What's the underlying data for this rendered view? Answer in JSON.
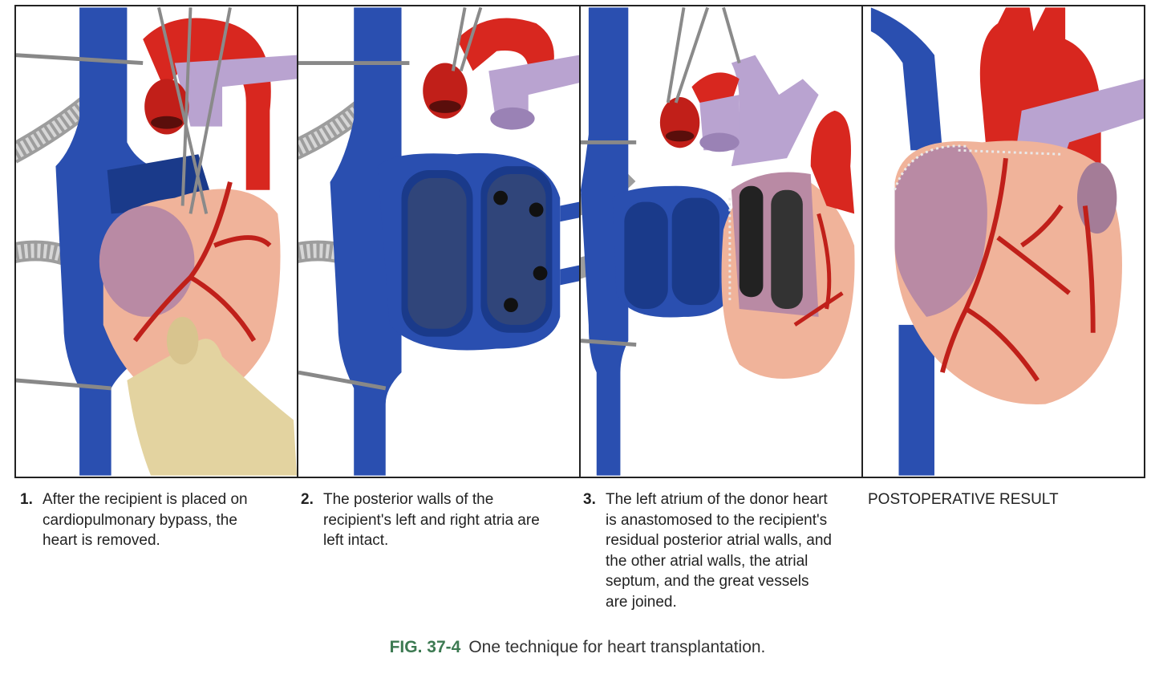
{
  "figure": {
    "label": "FIG. 37-4",
    "title": "One technique for heart transplantation."
  },
  "panels": [
    {
      "number": "1.",
      "caption": "After the recipient is placed on cardiopulmonary bypass, the heart is removed."
    },
    {
      "number": "2.",
      "caption": "The posterior walls of the recipient's left and right atria are left intact."
    },
    {
      "number": "3.",
      "caption": "The left atrium of the donor heart is anastomosed to the recipient's residual posterior atrial walls, and the other atrial walls, the atrial septum, and the great vessels are joined."
    },
    {
      "number": "",
      "caption": "POSTOPERATIVE RESULT"
    }
  ],
  "colors": {
    "vein": "#2a4fb0",
    "vein_dark": "#1a3a8a",
    "artery": "#d8271f",
    "pulmonary": "#b9a3d0",
    "heart": "#f0b39a",
    "atrium": "#b98aa4",
    "glove": "#e3d3a0",
    "tubing": "#b5b5b5",
    "figure_label": "#3d7a52"
  }
}
